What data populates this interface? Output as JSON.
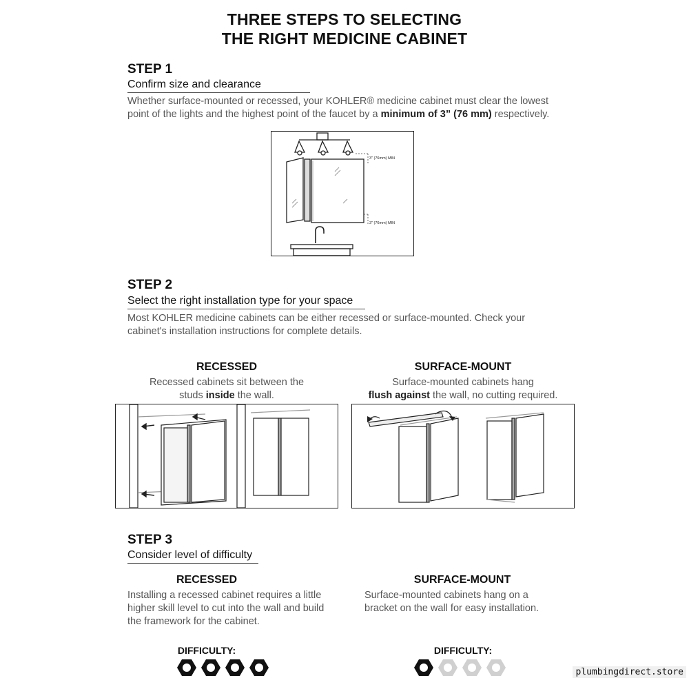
{
  "title": {
    "line1": "THREE STEPS TO SELECTING",
    "line2": "THE RIGHT MEDICINE CABINET"
  },
  "step1": {
    "heading": "STEP 1",
    "subheading": "Confirm size and clearance",
    "text_before": "Whether surface-mounted or recessed, your KOHLER® medicine cabinet must clear the lowest point of the lights and the highest point of the faucet by a ",
    "text_bold": "minimum of 3” (76 mm)",
    "text_after": " respectively.",
    "figure": {
      "top_label": "3\" (76mm) MIN",
      "bottom_label": "3\" (76mm) MIN"
    }
  },
  "step2": {
    "heading": "STEP 2",
    "subheading": "Select the right installation type for your space",
    "text": "Most KOHLER medicine cabinets can be either recessed or surface-mounted. Check your cabinet's installation instructions for complete details.",
    "recessed": {
      "heading": "RECESSED",
      "line1": "Recessed cabinets sit between the",
      "line2_before": "studs ",
      "line2_bold": "inside",
      "line2_after": " the wall."
    },
    "surface": {
      "heading": "SURFACE-MOUNT",
      "line1": "Surface-mounted cabinets hang",
      "line2_bold": "flush against",
      "line2_after": " the wall, no cutting required."
    }
  },
  "step3": {
    "heading": "STEP 3",
    "subheading": "Consider level of difficulty",
    "recessed": {
      "heading": "RECESSED",
      "text": "Installing a recessed cabinet requires a little higher skill level to cut into the wall and build the framework for the cabinet.",
      "difficulty_label": "DIFFICULTY:",
      "difficulty_level": 4,
      "difficulty_max": 4
    },
    "surface": {
      "heading": "SURFACE-MOUNT",
      "text": "Surface-mounted cabinets hang on a bracket on the wall for easy installation.",
      "difficulty_label": "DIFFICULTY:",
      "difficulty_level": 1,
      "difficulty_max": 4
    }
  },
  "colors": {
    "hex_filled": "#111111",
    "hex_empty": "#d0d0d0"
  },
  "watermark": "plumbingdirect.store"
}
